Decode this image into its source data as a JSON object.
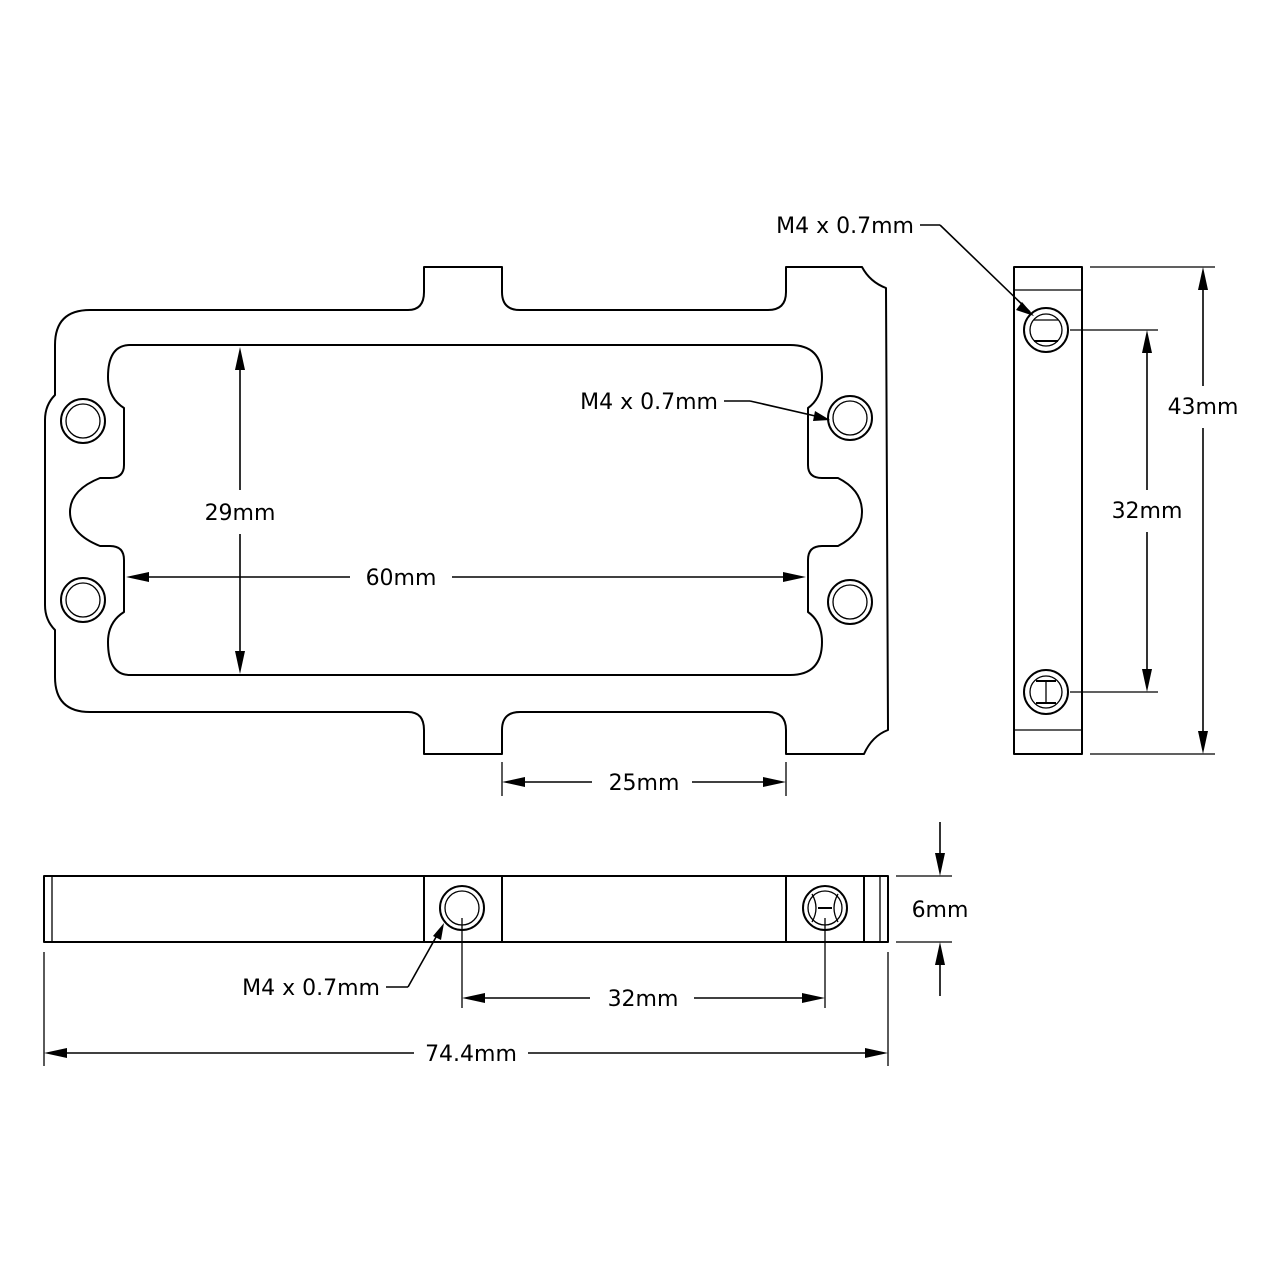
{
  "drawing": {
    "colors": {
      "line": "#000000",
      "background": "#ffffff"
    },
    "views": {
      "top": {
        "tap_label": "M4 x 0.7mm",
        "inner_width": "60mm",
        "inner_height": "29mm",
        "slot_width": "25mm"
      },
      "side": {
        "tap_label": "M4 x 0.7mm",
        "height": "43mm",
        "hole_spacing": "32mm"
      },
      "bottom": {
        "tap_label": "M4 x 0.7mm",
        "thickness": "6mm",
        "hole_spacing": "32mm",
        "overall_length": "74.4mm"
      }
    }
  }
}
